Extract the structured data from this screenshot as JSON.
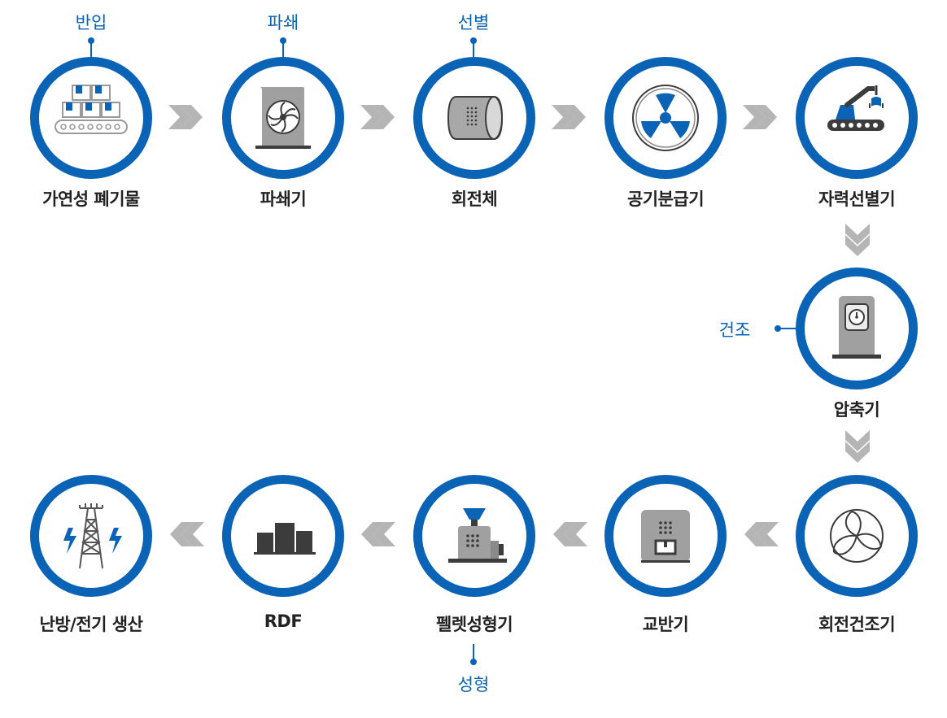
{
  "nodes": [
    {
      "id": "n1",
      "label": "가연성 폐기물",
      "icon": "conveyor-boxes-icon"
    },
    {
      "id": "n2",
      "label": "파쇄기",
      "icon": "shredder-icon"
    },
    {
      "id": "n3",
      "label": "회전체",
      "icon": "rotary-drum-icon"
    },
    {
      "id": "n4",
      "label": "공기분급기",
      "icon": "air-classifier-icon"
    },
    {
      "id": "n5",
      "label": "자력선별기",
      "icon": "magnetic-separator-icon"
    },
    {
      "id": "n6",
      "label": "압축기",
      "icon": "compressor-icon"
    },
    {
      "id": "n7",
      "label": "회전건조기",
      "icon": "rotary-dryer-icon"
    },
    {
      "id": "n8",
      "label": "교반기",
      "icon": "mixer-icon"
    },
    {
      "id": "n9",
      "label": "펠렛성형기",
      "icon": "pellet-press-icon"
    },
    {
      "id": "n10",
      "label": "RDF",
      "icon": "rdf-blocks-icon"
    },
    {
      "id": "n11",
      "label": "난방/전기 생산",
      "icon": "power-tower-icon"
    }
  ],
  "phases": {
    "intake": "반입",
    "shredding": "파쇄",
    "sorting": "선별",
    "drying": "건조",
    "forming": "성형"
  },
  "colors": {
    "accent": "#0a63b4",
    "arrow": "#b5b5b5",
    "icon_gray": "#9a9a9a",
    "icon_dark": "#3c3c3c"
  }
}
